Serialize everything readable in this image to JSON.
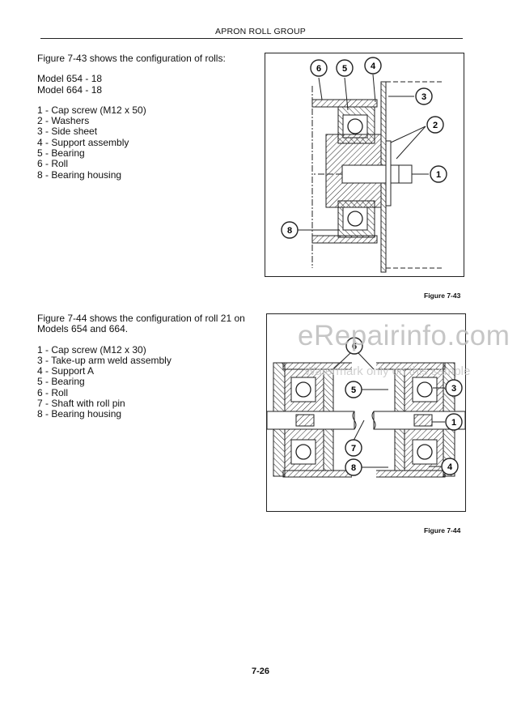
{
  "header": {
    "title": "APRON ROLL GROUP"
  },
  "section1": {
    "intro": "Figure 7-43 shows the configuration of rolls:",
    "models": [
      "Model 654 - 18",
      "Model 664 - 18"
    ],
    "parts": [
      "1 - Cap screw (M12 x 50)",
      "2 - Washers",
      "3 - Side sheet",
      "4 - Support assembly",
      "5 - Bearing",
      "6 - Roll",
      "8 - Bearing housing"
    ]
  },
  "section2": {
    "intro_line1": "Figure 7-44 shows the configuration of roll 21 on",
    "intro_line2": "Models 654 and 664.",
    "parts": [
      "1 - Cap screw (M12 x 30)",
      "3 - Take-up arm weld assembly",
      "4 - Support A",
      "5 - Bearing",
      "6 - Roll",
      "7 - Shaft with roll pin",
      "8 - Bearing housing"
    ]
  },
  "figure1": {
    "caption": "Figure 7-43",
    "callouts": [
      "6",
      "5",
      "4",
      "3",
      "2",
      "1",
      "8"
    ]
  },
  "figure2": {
    "caption": "Figure 7-44",
    "callouts": [
      "6",
      "5",
      "3",
      "1",
      "7",
      "8",
      "4"
    ]
  },
  "watermark": {
    "main": "eRepairinfo.com",
    "sub": "Watermark only on this sample"
  },
  "footer": {
    "page_number": "7-26"
  }
}
